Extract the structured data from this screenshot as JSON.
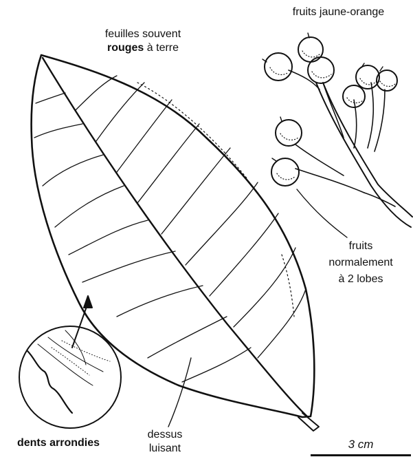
{
  "labels": {
    "feuilles_line1": "feuilles souvent",
    "feuilles_line2_bold": "rouges",
    "feuilles_line2_rest": " à terre",
    "fruits_color": "fruits jaune-orange",
    "fruits_lobes_line1": "fruits",
    "fruits_lobes_line2": "normalement",
    "fruits_lobes_line3": "à 2 lobes",
    "teeth": "dents arrondies",
    "upper_side_line1": "dessus",
    "upper_side_line2": "luisant",
    "scale": "3 cm"
  },
  "colors": {
    "ink": "#111111",
    "paper": "#ffffff"
  },
  "icons": {
    "leaf": "leaf-drawing",
    "fruit_cluster": "berry-cluster-drawing",
    "magnifier": "magnified-leaf-margin-circle"
  }
}
